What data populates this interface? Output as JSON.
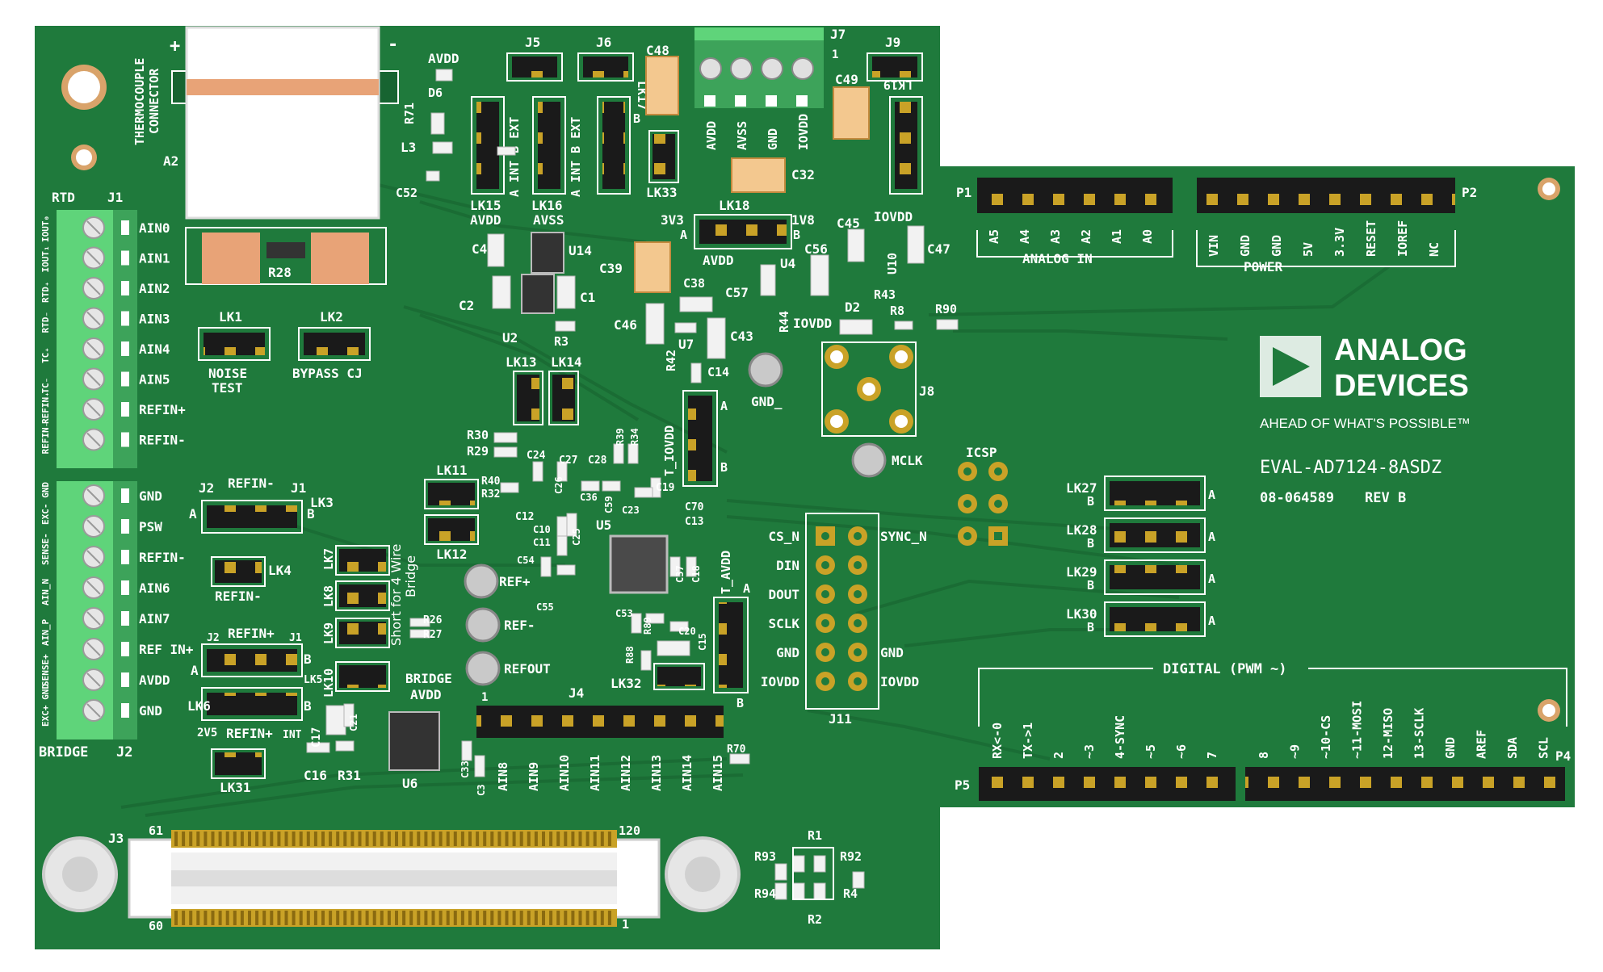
{
  "board": {
    "name": "EVAL-AD7124-8ASDZ",
    "part_number": "08-064589",
    "revision": "REV B",
    "brand_line1": "ANALOG",
    "brand_line2": "DEVICES",
    "tagline": "AHEAD OF WHAT'S POSSIBLE™",
    "colors": {
      "pcb": "#1f7a3c",
      "pcb_dark": "#176431",
      "trace": "#1a6b34",
      "silk": "#ffffff",
      "terminal_green": "#5fd47a",
      "terminal_dark": "#3da35a",
      "header_black": "#1a1a1a",
      "gold": "#c9a227",
      "copper": "#d9a36a"
    }
  },
  "thermocouple": {
    "label_line1": "THERMOCOUPLE",
    "label_line2": "CONNECTOR",
    "plus": "+",
    "minus": "-",
    "ref": "A2"
  },
  "j1": {
    "ref": "J1",
    "left_label": "RTD",
    "pins": [
      "AIN0",
      "AIN1",
      "AIN2",
      "AIN3",
      "AIN4",
      "AIN5",
      "REFIN+",
      "REFIN-"
    ],
    "side_labels": [
      "IOUT₀",
      "IOUT₁",
      "RTD₊",
      "RTD₋",
      "TC₊",
      "TC₋",
      "REFIN₊",
      "REFIN₋"
    ]
  },
  "j2": {
    "ref": "J2",
    "bottom_label": "BRIDGE",
    "pins": [
      "GND",
      "PSW",
      "REFIN-",
      "AIN6",
      "AIN7",
      "REF IN+",
      "AVDD",
      "GND"
    ],
    "side_labels": [
      "EXC- GND",
      "SENSE-",
      "AIN_N",
      "AIN_P",
      "SENSE+",
      "EXC+ GND"
    ]
  },
  "links_left": {
    "lk1": {
      "ref": "LK1",
      "label1": "NOISE",
      "label2": "TEST"
    },
    "lk2": {
      "ref": "LK2",
      "label1": "BYPASS CJ"
    },
    "lk3": {
      "ref": "LK3",
      "top": "REFIN-",
      "j2": "J2",
      "j1": "J1",
      "a": "A",
      "b": "B"
    },
    "lk4": {
      "ref": "LK4",
      "bottom": "REFIN-"
    },
    "lk5": {
      "ref": "LK5",
      "top": "REFIN+",
      "j2": "J2",
      "j1": "J1",
      "a": "A",
      "b": "B"
    },
    "lk6": {
      "ref": "LK6",
      "left": "2V5",
      "bottom": "REFIN+",
      "int": "INT",
      "a": "A",
      "b": "B"
    },
    "lk7": {
      "ref": "LK7"
    },
    "lk8": {
      "ref": "LK8"
    },
    "lk9": {
      "ref": "LK9"
    },
    "lk10": {
      "ref": "LK10"
    },
    "lk31": {
      "ref": "LK31"
    },
    "short_note1": "Short for 4 Wire",
    "short_note2": "Bridge",
    "bridge_avdd1": "BRIDGE",
    "bridge_avdd2": "AVDD"
  },
  "top_links": {
    "lk15": {
      "ref": "LK15",
      "bottom": "AVDD",
      "side": "A INT B EXT"
    },
    "lk16": {
      "ref": "LK16",
      "bottom": "AVSS",
      "side": "A INT B EXT"
    },
    "lk17": {
      "ref": "LK17",
      "side": "B"
    },
    "lk33": {
      "ref": "LK33"
    },
    "lk19": {
      "ref": "LK19"
    },
    "j5": "J5",
    "j6": "J6",
    "j9": "J9",
    "avdd_top": "AVDD"
  },
  "j7": {
    "ref": "J7",
    "pin1": "1",
    "pins": [
      "AVDD",
      "AVSS",
      "GND",
      "IOVDD"
    ]
  },
  "lk18": {
    "ref": "LK18",
    "left": "3V3",
    "right": "1V8",
    "a": "A",
    "b": "B",
    "bottom": "AVDD"
  },
  "refs": {
    "d6": "D6",
    "r71": "R71",
    "l3": "L3",
    "c52": "C52",
    "c48": "C48",
    "c49": "C49",
    "c32": "C32",
    "c4": "C4",
    "u14": "U14",
    "c39": "C39",
    "c45": "C45",
    "c47": "C47",
    "c56": "C56",
    "u4": "U4",
    "c57": "C57",
    "u10": "U10",
    "r43": "R43",
    "iovdd_a": "IOVDD",
    "iovdd_b": "IOVDD",
    "c2": "C2",
    "c1": "C1",
    "u2": "U2",
    "r3": "R3",
    "c38": "C38",
    "c46": "C46",
    "u7": "U7",
    "c43": "C43",
    "r44": "R44",
    "r42": "R42",
    "d2": "D2",
    "r8": "R8",
    "r90": "R90",
    "c14": "C14",
    "lk13": "LK13",
    "lk14": "LK14",
    "r28": "R28",
    "lk11": "LK11",
    "lk12": "LK12",
    "r30": "R30",
    "r29": "R29",
    "r40": "R40",
    "r32": "R32",
    "c24": "C24",
    "c26": "C26",
    "c27": "C27",
    "c28": "C28",
    "r39": "R39",
    "r34": "R34",
    "c36": "C36",
    "c59": "C59",
    "c19": "C19",
    "c23": "C23",
    "c12": "C12",
    "c70": "C70",
    "c13": "C13",
    "c10": "C10",
    "c11": "C11",
    "c25": "C25",
    "u5": "U5",
    "c54": "C54",
    "c55": "C55",
    "c37": "C37",
    "c18": "C18",
    "c53": "C53",
    "c20": "C20",
    "c15": "C15",
    "r89": "R89",
    "r88": "R88",
    "lk32": "LK32",
    "r26": "R26",
    "r27": "R27",
    "c17": "C17",
    "c21": "C21",
    "u6": "U6",
    "c16": "C16",
    "r31": "R31",
    "c33": "C33",
    "c3": "C3",
    "r70": "R70"
  },
  "test_points": {
    "gnd": "GND_",
    "mclk": "MCLK",
    "ref_plus": "REF+",
    "ref_minus": "REF-",
    "refout": "REFOUT"
  },
  "j8": {
    "ref": "J8"
  },
  "iovdd_link": {
    "label": "T_IOVDD",
    "a": "A",
    "b": "B"
  },
  "avdd_link": {
    "label": "T_AVDD",
    "a": "A",
    "b": "B"
  },
  "j4": {
    "ref": "J4",
    "pin1": "1",
    "pins": [
      "AIN8",
      "AIN9",
      "AIN10",
      "AIN11",
      "AIN12",
      "AIN13",
      "AIN14",
      "AIN15"
    ]
  },
  "j11": {
    "ref": "J11",
    "left": [
      "CS_N",
      "DIN",
      "DOUT",
      "SCLK",
      "GND",
      "IOVDD"
    ],
    "right": [
      "SYNC_N",
      "",
      "",
      "",
      "GND",
      "IOVDD"
    ]
  },
  "icsp": {
    "label": "ICSP"
  },
  "p1": {
    "ref": "P1",
    "pins": [
      "A5",
      "A4",
      "A3",
      "A2",
      "A1",
      "A0"
    ],
    "group": "ANALOG IN"
  },
  "p2": {
    "ref": "P2",
    "pins": [
      "VIN",
      "GND",
      "GND",
      "5V",
      "3.3V",
      "RESET",
      "IOREF",
      "NC"
    ],
    "group": "POWER"
  },
  "lk_right": [
    {
      "ref": "LK27",
      "a": "A",
      "b": "B"
    },
    {
      "ref": "LK28",
      "a": "A",
      "b": "B"
    },
    {
      "ref": "LK29",
      "a": "A",
      "b": "B"
    },
    {
      "ref": "LK30",
      "a": "A",
      "b": "B"
    }
  ],
  "digital": {
    "group": "DIGITAL (PWM ~)",
    "p5": {
      "ref": "P5",
      "pins": [
        "RX<-0",
        "TX->1",
        "2",
        "~3",
        "4-SYNC",
        "~5",
        "~6",
        "7"
      ]
    },
    "p4": {
      "ref": "P4",
      "pins": [
        "8",
        "~9",
        "~10-CS",
        "~11-MOSI",
        "12-MISO",
        "13-SCLK",
        "GND",
        "AREF",
        "SDA",
        "SCL"
      ]
    }
  },
  "j3": {
    "ref": "J3",
    "tl": "61",
    "tr": "120",
    "bl": "60",
    "br": "1"
  },
  "res_bottom": {
    "r1": "R1",
    "r2": "R2",
    "r4": "R4",
    "r92": "R92",
    "r93": "R93",
    "r94": "R94"
  }
}
